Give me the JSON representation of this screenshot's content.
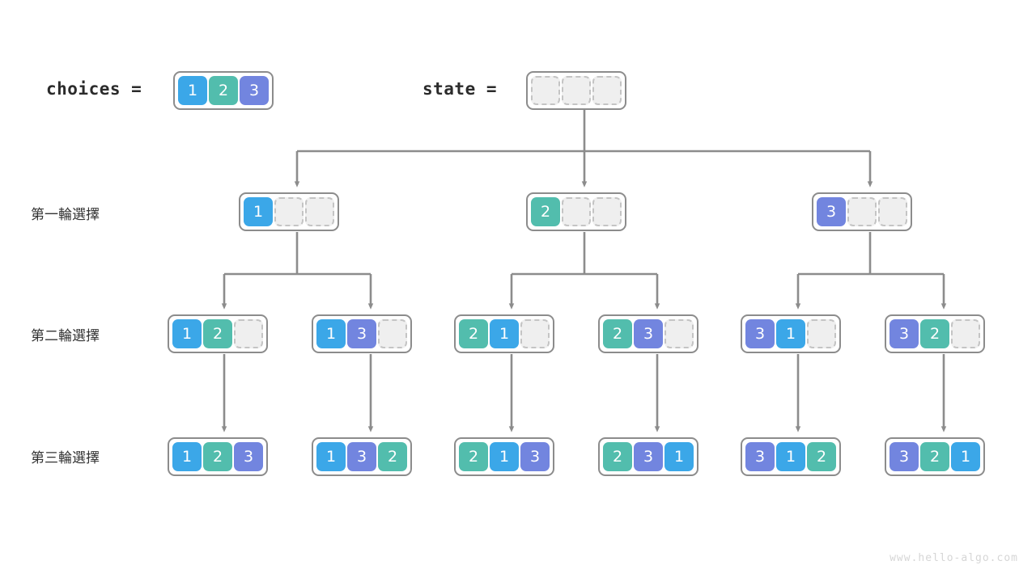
{
  "header": {
    "choices_label": "choices =",
    "state_label": "state ="
  },
  "rows": [
    {
      "label": "第一輪選擇"
    },
    {
      "label": "第二輪選擇"
    },
    {
      "label": "第三輪選擇"
    }
  ],
  "colors": {
    "value_1": "#3BA7E8",
    "value_2": "#52BDAD",
    "value_3": "#7285DF",
    "empty_fill": "#efefef",
    "empty_border": "#c4c4c4",
    "box_border": "#8c8c8c",
    "edge": "#8c8c8c",
    "text": "#2b2b2b",
    "watermark": "#d6d6d6"
  },
  "choices_array": {
    "cells": [
      "1",
      "2",
      "3"
    ]
  },
  "state_array": {
    "cells": [
      "",
      "",
      ""
    ]
  },
  "level1": [
    {
      "cells": [
        "1",
        "",
        ""
      ]
    },
    {
      "cells": [
        "2",
        "",
        ""
      ]
    },
    {
      "cells": [
        "3",
        "",
        ""
      ]
    }
  ],
  "level2": [
    {
      "cells": [
        "1",
        "2",
        ""
      ]
    },
    {
      "cells": [
        "1",
        "3",
        ""
      ]
    },
    {
      "cells": [
        "2",
        "1",
        ""
      ]
    },
    {
      "cells": [
        "2",
        "3",
        ""
      ]
    },
    {
      "cells": [
        "3",
        "1",
        ""
      ]
    },
    {
      "cells": [
        "3",
        "2",
        ""
      ]
    }
  ],
  "level3": [
    {
      "cells": [
        "1",
        "2",
        "3"
      ]
    },
    {
      "cells": [
        "1",
        "3",
        "2"
      ]
    },
    {
      "cells": [
        "2",
        "1",
        "3"
      ]
    },
    {
      "cells": [
        "2",
        "3",
        "1"
      ]
    },
    {
      "cells": [
        "3",
        "1",
        "2"
      ]
    },
    {
      "cells": [
        "3",
        "2",
        "1"
      ]
    }
  ],
  "watermark": "www.hello-algo.com"
}
